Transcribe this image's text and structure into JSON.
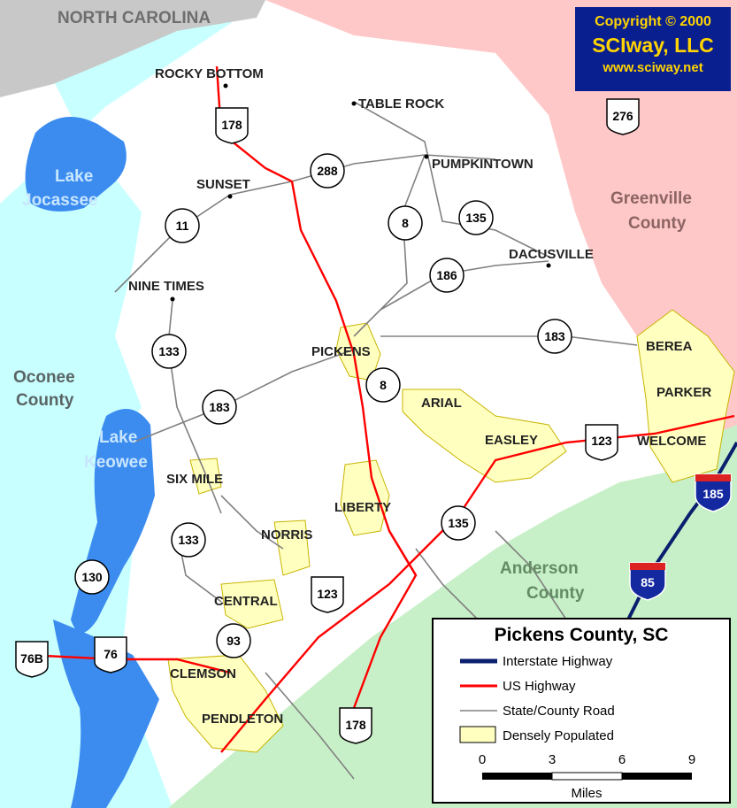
{
  "title": "Pickens County, SC",
  "copyright": {
    "line1": "Copyright © 2000",
    "line2": "SCIway, LLC",
    "line3": "www.sciway.net"
  },
  "regions": {
    "north_carolina": "NORTH CAROLINA",
    "lake_jocassee": [
      "Lake",
      "Jocassee"
    ],
    "greenville": [
      "Greenville",
      "County"
    ],
    "oconee": [
      "Oconee",
      "County"
    ],
    "lake_keowee": [
      "Lake",
      "Keowee"
    ],
    "anderson": [
      "Anderson",
      "County"
    ]
  },
  "towns": {
    "rocky_bottom": "ROCKY BOTTOM",
    "table_rock": "TABLE ROCK",
    "pumpkintown": "PUMPKINTOWN",
    "sunset": "SUNSET",
    "dacusville": "DACUSVILLE",
    "nine_times": "NINE TIMES",
    "pickens": "PICKENS",
    "berea": "BEREA",
    "parker": "PARKER",
    "arial": "ARIAL",
    "easley": "EASLEY",
    "welcome": "WELCOME",
    "six_mile": "SIX MILE",
    "liberty": "LIBERTY",
    "norris": "NORRIS",
    "central": "CENTRAL",
    "clemson": "CLEMSON",
    "pendleton": "PENDLETON"
  },
  "routes": {
    "r178n": "178",
    "r276": "276",
    "r288": "288",
    "r11": "11",
    "r8n": "8",
    "r135n": "135",
    "r186": "186",
    "r183e": "183",
    "r133n": "133",
    "r8s": "8",
    "r183w": "183",
    "r123e": "123",
    "r185": "185",
    "r135s": "135",
    "r133s": "133",
    "r130": "130",
    "r123s": "123",
    "r85": "85",
    "r93": "93",
    "r76": "76",
    "r76b": "76B",
    "r178s": "178"
  },
  "legend": {
    "title": "Pickens County, SC",
    "items": [
      {
        "label": "Interstate Highway",
        "color": "#0a1f6e"
      },
      {
        "label": "US Highway",
        "color": "#ff0000"
      },
      {
        "label": "State/County Road",
        "color": "#808080"
      },
      {
        "label": "Densely Populated",
        "color": "#ffffc0"
      }
    ],
    "scale_ticks": [
      "0",
      "3",
      "6",
      "9"
    ],
    "scale_unit": "Miles"
  },
  "colors": {
    "north_carolina": "#c8c8c8",
    "greenville": "#ffc8c8",
    "oconee": "#c8ffff",
    "anderson": "#c8f0c8",
    "water": "#3c8cf0",
    "urban": "#ffffc0",
    "interstate": "#0a1f6e",
    "us_highway": "#ff0000",
    "state_road": "#808080"
  }
}
